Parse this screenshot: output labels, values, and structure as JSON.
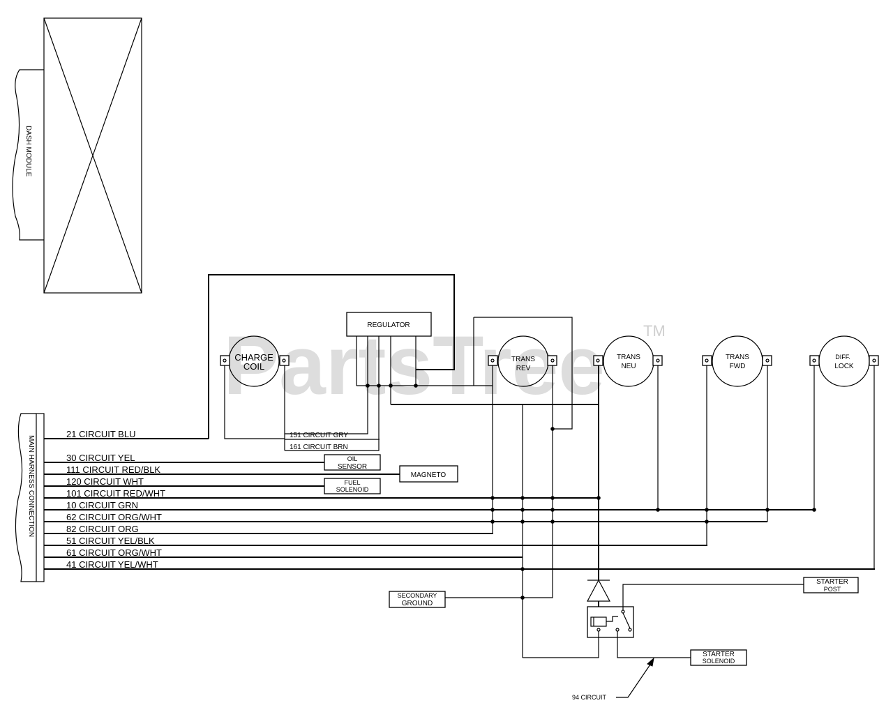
{
  "watermark": {
    "brand": "PartsTree",
    "mark": "TM"
  },
  "components": {
    "dash_module": "DASH MODULE",
    "main_harness": "MAIN HARNESS CONNECTION",
    "regulator": "REGULATOR",
    "charge_coil": [
      "CHARGE",
      "COIL"
    ],
    "trans_rev": [
      "TRANS",
      "REV"
    ],
    "trans_neu": [
      "TRANS",
      "NEU"
    ],
    "trans_fwd": [
      "TRANS",
      "FWD"
    ],
    "diff_lock": [
      "DIFF.",
      "LOCK"
    ],
    "oil_sensor": [
      "OIL",
      "SENSOR"
    ],
    "magneto": "MAGNETO",
    "fuel_solenoid": [
      "FUEL",
      "SOLENOID"
    ],
    "secondary_ground": [
      "SECONDARY",
      "GROUND"
    ],
    "starter_post": [
      "STARTER",
      "POST"
    ],
    "starter_solenoid": [
      "STARTER",
      "SOLENOID"
    ],
    "circuit_94": "94 CIRCUIT"
  },
  "circuits": [
    "21 CIRCUIT BLU",
    "30 CIRCUIT YEL",
    "111 CIRCUIT RED/BLK",
    "120 CIRCUIT WHT",
    "101 CIRCUIT RED/WHT",
    "10 CIRCUIT GRN",
    "62 CIRCUIT ORG/WHT",
    "82 CIRCUIT ORG",
    "51 CIRCUIT YEL/BLK",
    "61 CIRCUIT ORG/WHT",
    "41 CIRCUIT YEL/WHT"
  ],
  "regulator_circuits": [
    "151 CIRCUIT GRY",
    "161 CIRCUIT BRN"
  ]
}
